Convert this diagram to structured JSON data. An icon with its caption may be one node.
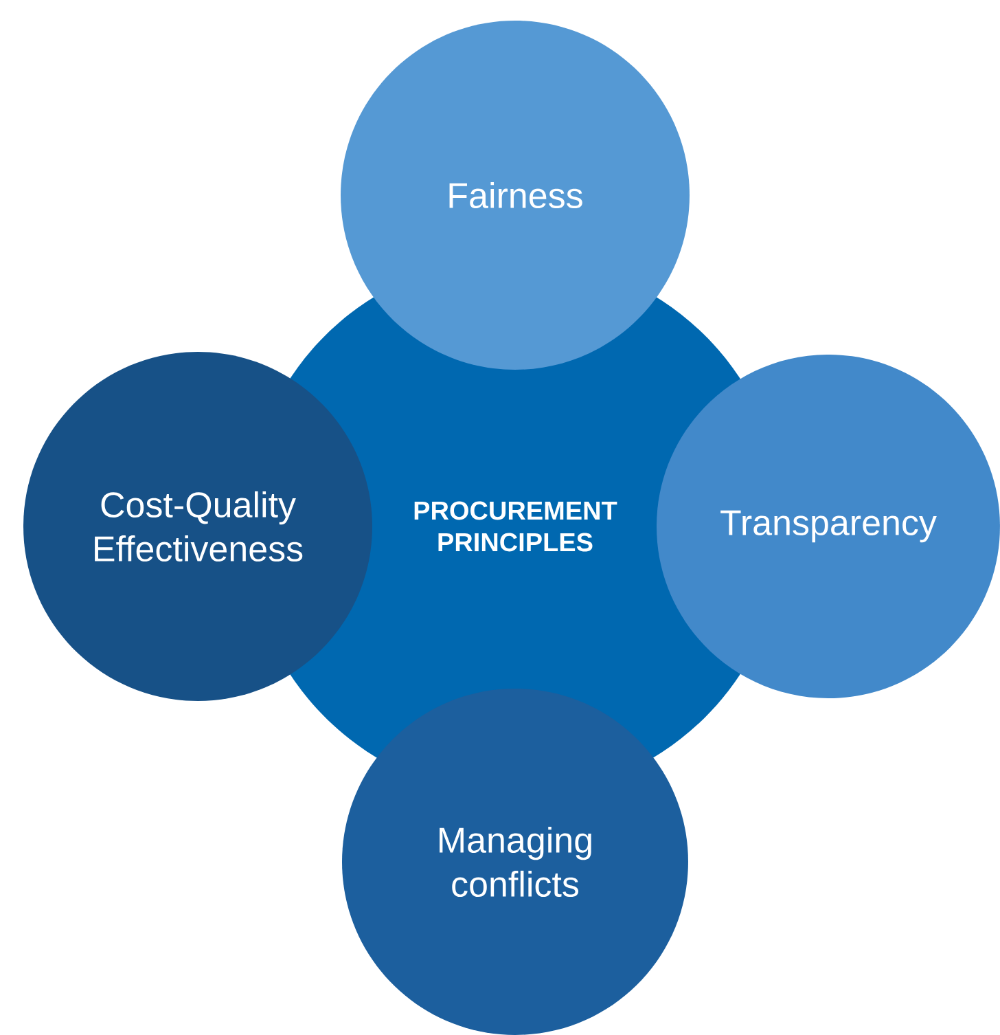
{
  "diagram": {
    "nodes": [
      {
        "text": [
          "Fairness"
        ]
      },
      {
        "text": [
          "Cost-Quality Effectiveness"
        ]
      },
      {
        "text": [
          "PROCUREMENT PRINCIPLES"
        ]
      },
      {
        "text": [
          "Transparency"
        ]
      },
      {
        "text": [
          "Managing conflicts"
        ]
      }
    ]
  }
}
